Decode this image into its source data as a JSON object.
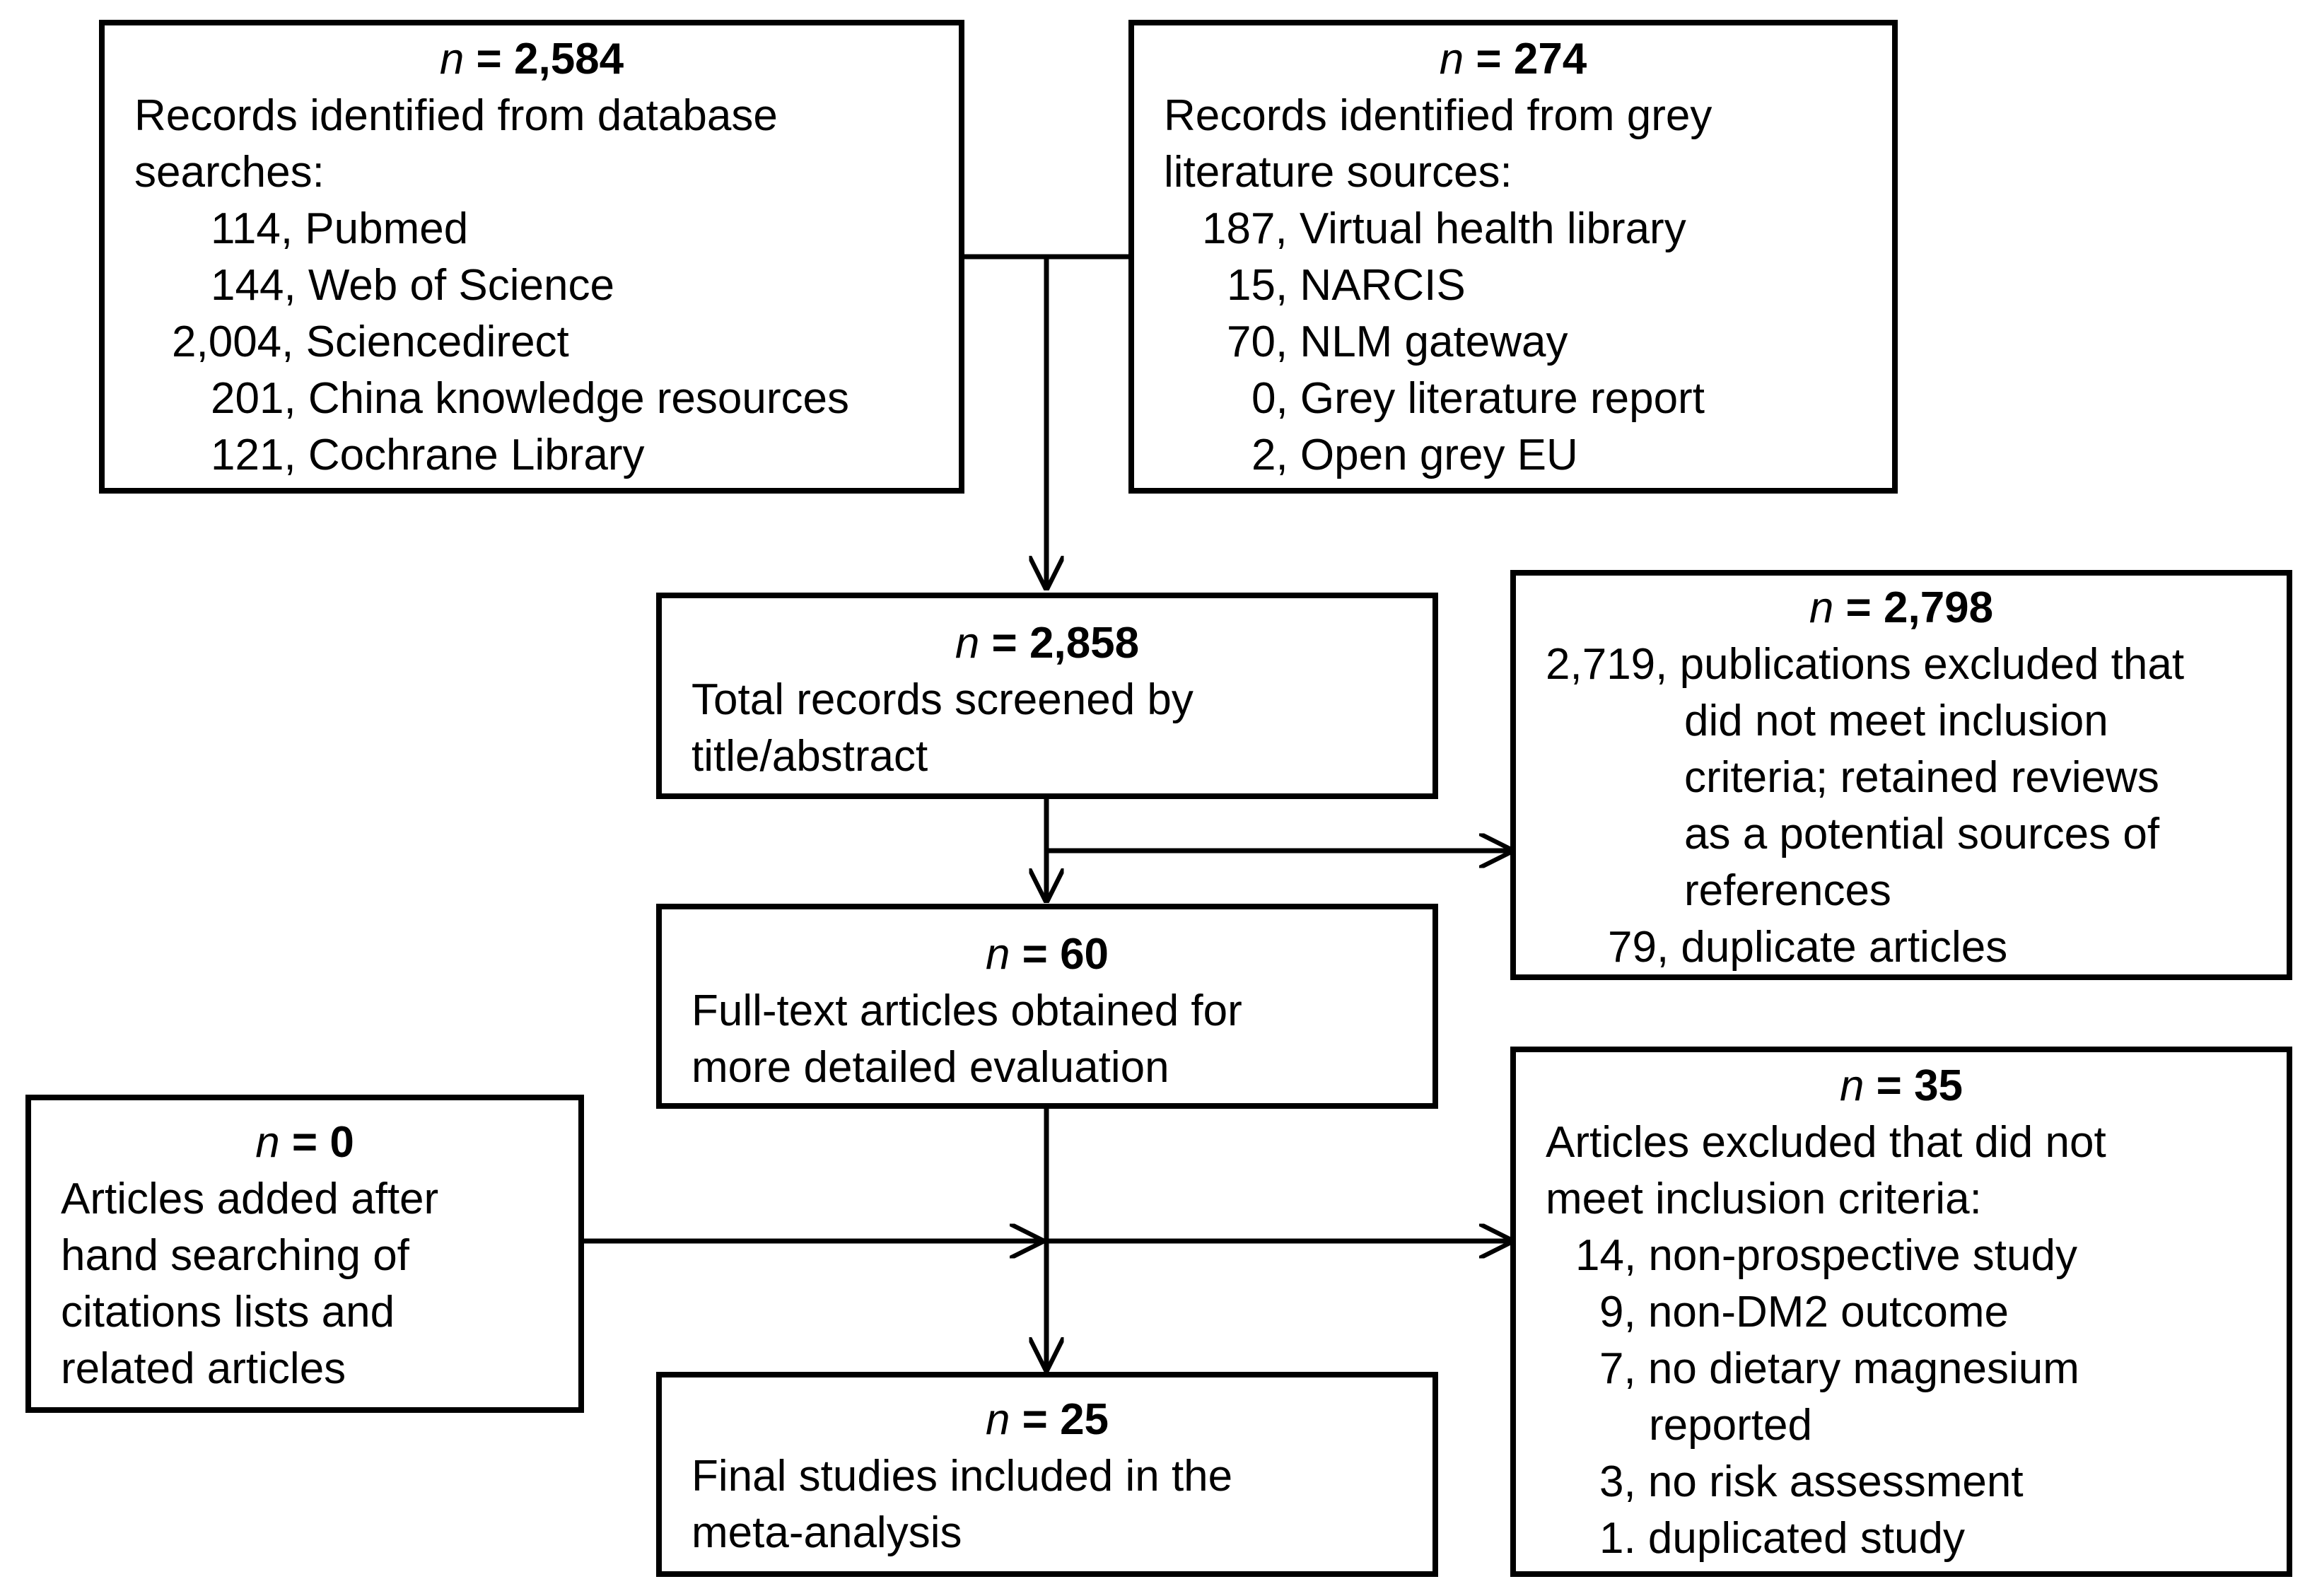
{
  "boxes": {
    "database": {
      "n_prefix": "n",
      "n_value": " = 2,584",
      "lines": [
        "Records identified from database",
        "searches:",
        "114, Pubmed",
        "144, Web of Science",
        "2,004, Sciencedirect",
        "201, China knowledge resources",
        "121, Cochrane Library"
      ]
    },
    "grey": {
      "n_prefix": "n",
      "n_value": " = 274",
      "lines": [
        "Records identified from grey",
        "literature sources:",
        "187, Virtual health library",
        "15, NARCIS",
        "70, NLM gateway",
        "0, Grey literature report",
        "2, Open grey EU"
      ]
    },
    "screened": {
      "n_prefix": "n",
      "n_value": " = 2,858",
      "lines": [
        "Total records screened by",
        "title/abstract"
      ]
    },
    "excluded_screen": {
      "n_prefix": "n",
      "n_value": " = 2,798",
      "lines": [
        "2,719, publications excluded that",
        "did not meet inclusion",
        "criteria; retained reviews",
        "as a potential sources of",
        "references",
        "79, duplicate articles"
      ]
    },
    "fulltext": {
      "n_prefix": "n",
      "n_value": " = 60",
      "lines": [
        "Full-text articles obtained for",
        "more detailed evaluation"
      ]
    },
    "hand_search": {
      "n_prefix": "n",
      "n_value": " = 0",
      "lines": [
        "Articles added after",
        "hand searching of",
        "citations lists and",
        "related articles"
      ]
    },
    "excluded_fulltext": {
      "n_prefix": "n",
      "n_value": " = 35",
      "lines": [
        "Articles excluded that did not",
        "meet inclusion criteria:",
        "14, non-prospective study",
        "9, non-DM2 outcome",
        "7, no dietary magnesium",
        "reported",
        "3, no risk assessment",
        "1. duplicated study"
      ]
    },
    "final": {
      "n_prefix": "n",
      "n_value": " = 25",
      "lines": [
        "Final studies included in the",
        "meta-analysis"
      ]
    }
  }
}
